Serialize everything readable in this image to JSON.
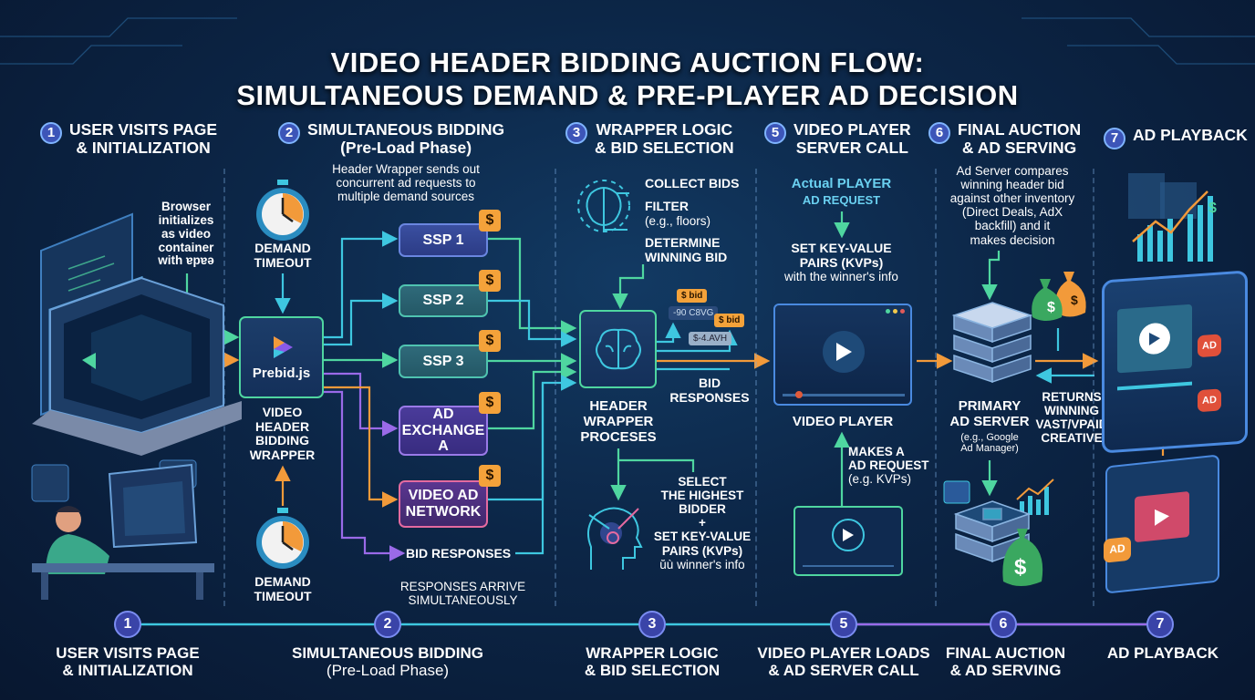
{
  "title": {
    "line1": "VIDEO HEADER BIDDING AUCTION FLOW:",
    "line2": "SIMULTANEOUS DEMAND & PRE-PLAYER AD DECISION"
  },
  "steps": [
    {
      "num": "1",
      "line1": "USER VISITS PAGE",
      "line2": "& INITIALIZATION"
    },
    {
      "num": "2",
      "line1": "SIMULTANEOUS BIDDING",
      "line2": "(Pre-Load Phase)"
    },
    {
      "num": "3",
      "line1": "WRAPPER LOGIC",
      "line2": "& BID SELECTION"
    },
    {
      "num": "5",
      "line1": "VIDEO PLAYER",
      "line2": "SERVER CALL"
    },
    {
      "num": "6",
      "line1": "FINAL AUCTION",
      "line2": "& AD SERVING"
    },
    {
      "num": "7",
      "line1": "AD PLAYBACK",
      "line2": ""
    }
  ],
  "col1": {
    "browser_note": [
      "Browser",
      "initializes",
      "as video",
      "container",
      "with ɐpɐǝ"
    ]
  },
  "col2": {
    "description": [
      "Header Wrapper sends out",
      "concurrent ad requests to",
      "multiple demand sources"
    ],
    "timeout_top": [
      "DEMAND",
      "TIMEOUT"
    ],
    "timeout_bottom": [
      "DEMAND",
      "TIMEOUT"
    ],
    "wrapper_logo": "Prebid.js",
    "wrapper_label": [
      "VIDEO",
      "HEADER",
      "BIDDING",
      "WRAPPER"
    ],
    "demand_sources": [
      "SSP 1",
      "SSP 2",
      "SSP 3",
      "AD EXCHANGE A",
      "VIDEO AD NETWORK"
    ],
    "dollar": "$",
    "bid_responses": "BID RESPONSES",
    "arrive": [
      "RESPONSES ARRIVE",
      "SIMULTANEOUSLY"
    ]
  },
  "col3": {
    "collect": "COLLECT BIDS",
    "filter": "FILTER",
    "filter_note": "(e.g., floors)",
    "determine": [
      "DETERMINE",
      "WINNING BID"
    ],
    "bid_tags": [
      "$ bid",
      "-90 C8VG",
      "$ bid",
      "$-4.AVH"
    ],
    "processor_label": [
      "HEADER",
      "WRAPPER",
      "PROCESES"
    ],
    "bid_responses": [
      "BID",
      "RESPONSES"
    ],
    "select": [
      "SELECT",
      "THE HIGHEST",
      "BIDDER",
      "+",
      "SET KEY-VALUE",
      "PAIRS (KVPs)",
      "ŭù winner's info"
    ]
  },
  "col5": {
    "actual": [
      "Actual PLAYER",
      "AD REQUEST"
    ],
    "kvp": [
      "SET KEY-VALUE",
      "PAIRS (KVPs)"
    ],
    "kvp_note": "with the winner's info",
    "player_label": "VIDEO PLAYER",
    "makes": [
      "MAKES A",
      "AD REQUEST"
    ],
    "makes_note": "(e.g. KVPs)"
  },
  "col6": {
    "description": [
      "Ad Server compares",
      "winning header bid",
      "against other inventory",
      "(Direct Deals, AdX",
      "backfill) and it",
      "makes decision"
    ],
    "server_label": [
      "PRIMARY",
      "AD SERVER"
    ],
    "server_note": [
      "(e.g., Google",
      "Ad Manager)"
    ],
    "returns": [
      "RETURNS",
      "WINNING",
      "VAST/VPAID",
      "CREATIVE"
    ]
  },
  "col7": {
    "ad_badges": [
      "AD",
      "AD",
      "AD"
    ],
    "dollar": "$"
  },
  "timeline": [
    {
      "num": "1",
      "line1": "USER VISITS PAGE",
      "line2": "& INITIALIZATION"
    },
    {
      "num": "2",
      "line1": "SIMULTANEOUS BIDDING",
      "line2": "(Pre-Load Phase)"
    },
    {
      "num": "3",
      "line1": "WRAPPER LOGIC",
      "line2": "& BID SELECTION"
    },
    {
      "num": "5",
      "line1": "VIDEO PLAYER LOADS",
      "line2": "& AD SERVER CALL"
    },
    {
      "num": "6",
      "line1": "FINAL AUCTION",
      "line2": "& AD SERVING"
    },
    {
      "num": "7",
      "line1": "AD PLAYBACK",
      "line2": ""
    }
  ],
  "colors": {
    "green": "#4fd6a0",
    "teal": "#3ec7e0",
    "orange": "#f29a3a",
    "purple": "#9a6ae8",
    "background": "#0c2647"
  }
}
